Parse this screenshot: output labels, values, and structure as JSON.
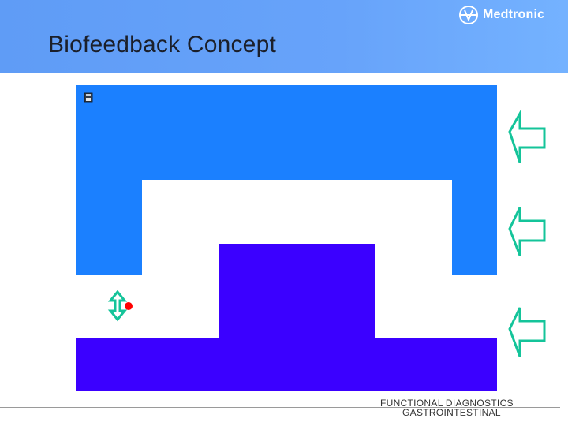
{
  "slide": {
    "title": "Biofeedback Concept",
    "logo_text": "Medtronic",
    "footer_line1": "FUNCTIONAL DIAGNOSTICS",
    "footer_line2": "GASTROINTESTINAL"
  },
  "colors": {
    "header_bg": "#5f9cf6",
    "upper_shape": "#1b80ff",
    "lower_shape": "#3b00ff",
    "arrow_outline": "#14c49a",
    "indicator_dot": "#ff0000"
  },
  "icons": {
    "save": "save-icon",
    "vertical_arrow": "up-down-arrow-icon",
    "pressure_arrows": "left-arrow-icon"
  }
}
